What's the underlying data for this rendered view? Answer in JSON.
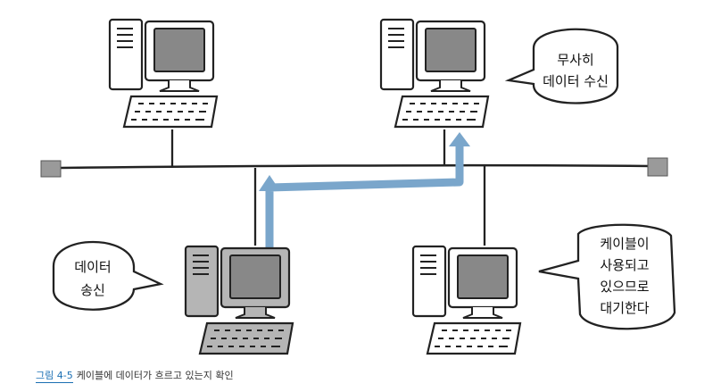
{
  "bubbles": {
    "receiver": [
      "무사히",
      "데이터 수신"
    ],
    "sender": [
      "데이터",
      "송신"
    ],
    "waiter": [
      "케이블이",
      "사용되고",
      "있으므로",
      "대기한다"
    ]
  },
  "caption": {
    "label": "그림 4-5",
    "text": "케이블에 데이터가 흐르고 있는지 확인"
  },
  "colors": {
    "arrow": "#7aa6cb",
    "sender_pc": "#b5b5b5",
    "pc": "#ffffff",
    "screen": "#888888",
    "terminator": "#9a9a9a"
  }
}
